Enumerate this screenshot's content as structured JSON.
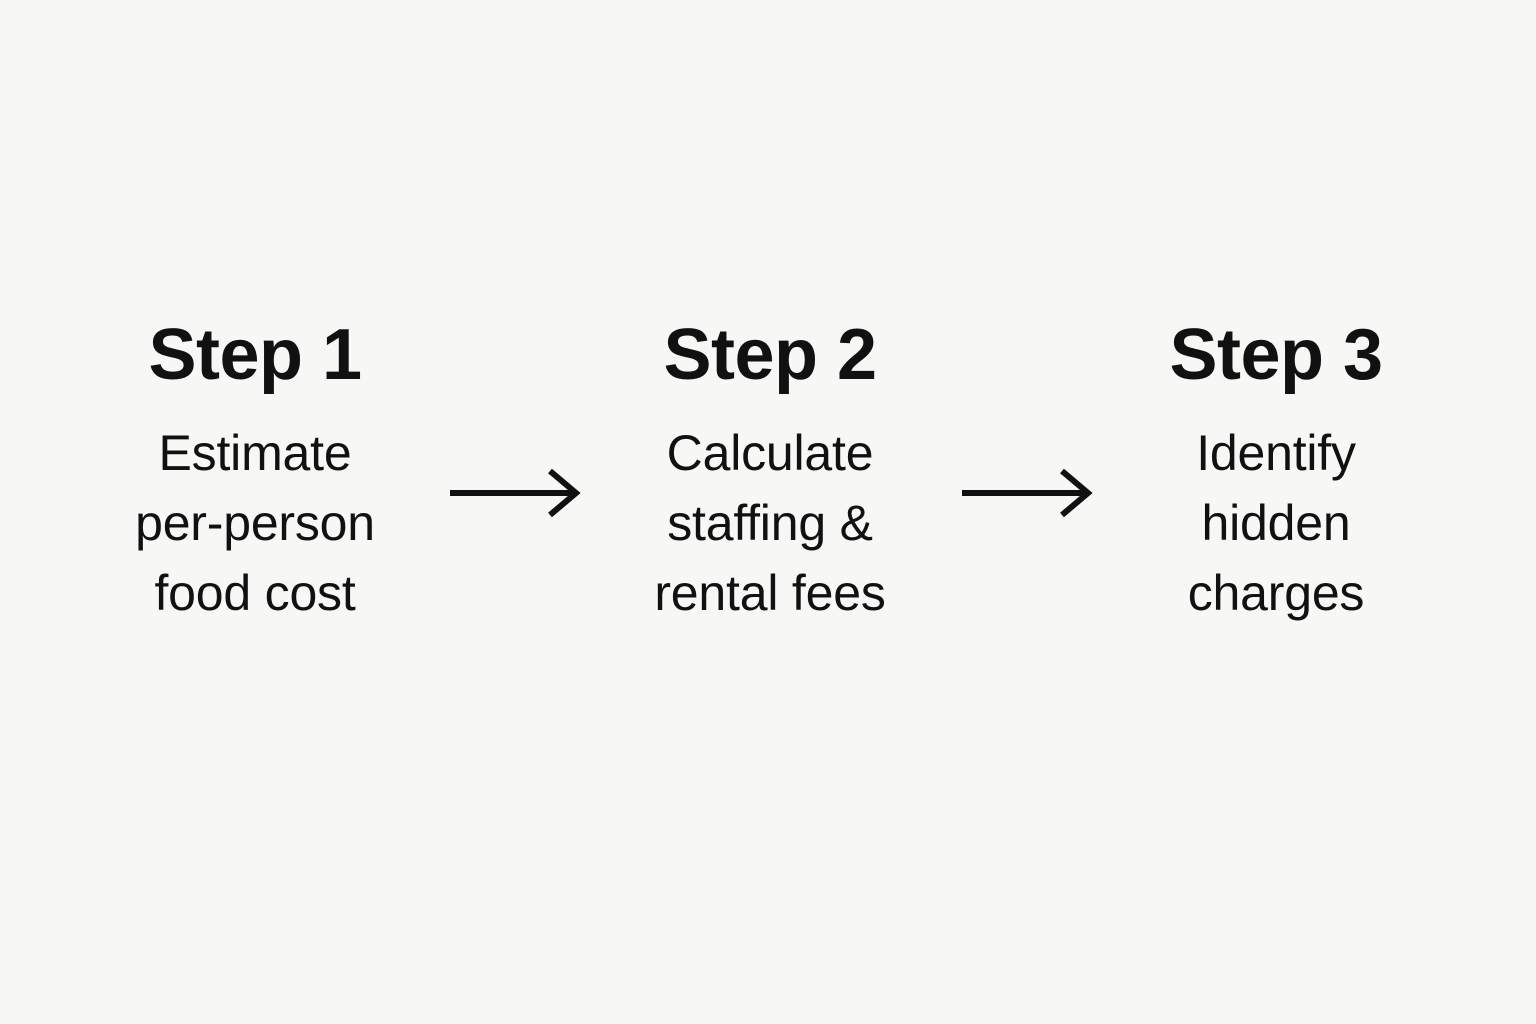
{
  "diagram": {
    "type": "horizontal-step-flow",
    "background_color": "#f7f7f5",
    "text_color": "#111111",
    "steps": [
      {
        "heading": "Step 1",
        "description": "Estimate per-person food cost",
        "lines": [
          "Estimate",
          "per-person",
          "food cost"
        ]
      },
      {
        "heading": "Step 2",
        "description": "Calculate staffing & rental fees",
        "lines": [
          "Calculate",
          "staffing &",
          "rental fees"
        ]
      },
      {
        "heading": "Step 3",
        "description": "Identify hidden charges",
        "lines": [
          "Identify",
          "hidden",
          "charges"
        ]
      }
    ],
    "connectors": [
      {
        "icon": "arrow-right-icon",
        "from": "Step 1",
        "to": "Step 2"
      },
      {
        "icon": "arrow-right-icon",
        "from": "Step 2",
        "to": "Step 3"
      }
    ]
  }
}
